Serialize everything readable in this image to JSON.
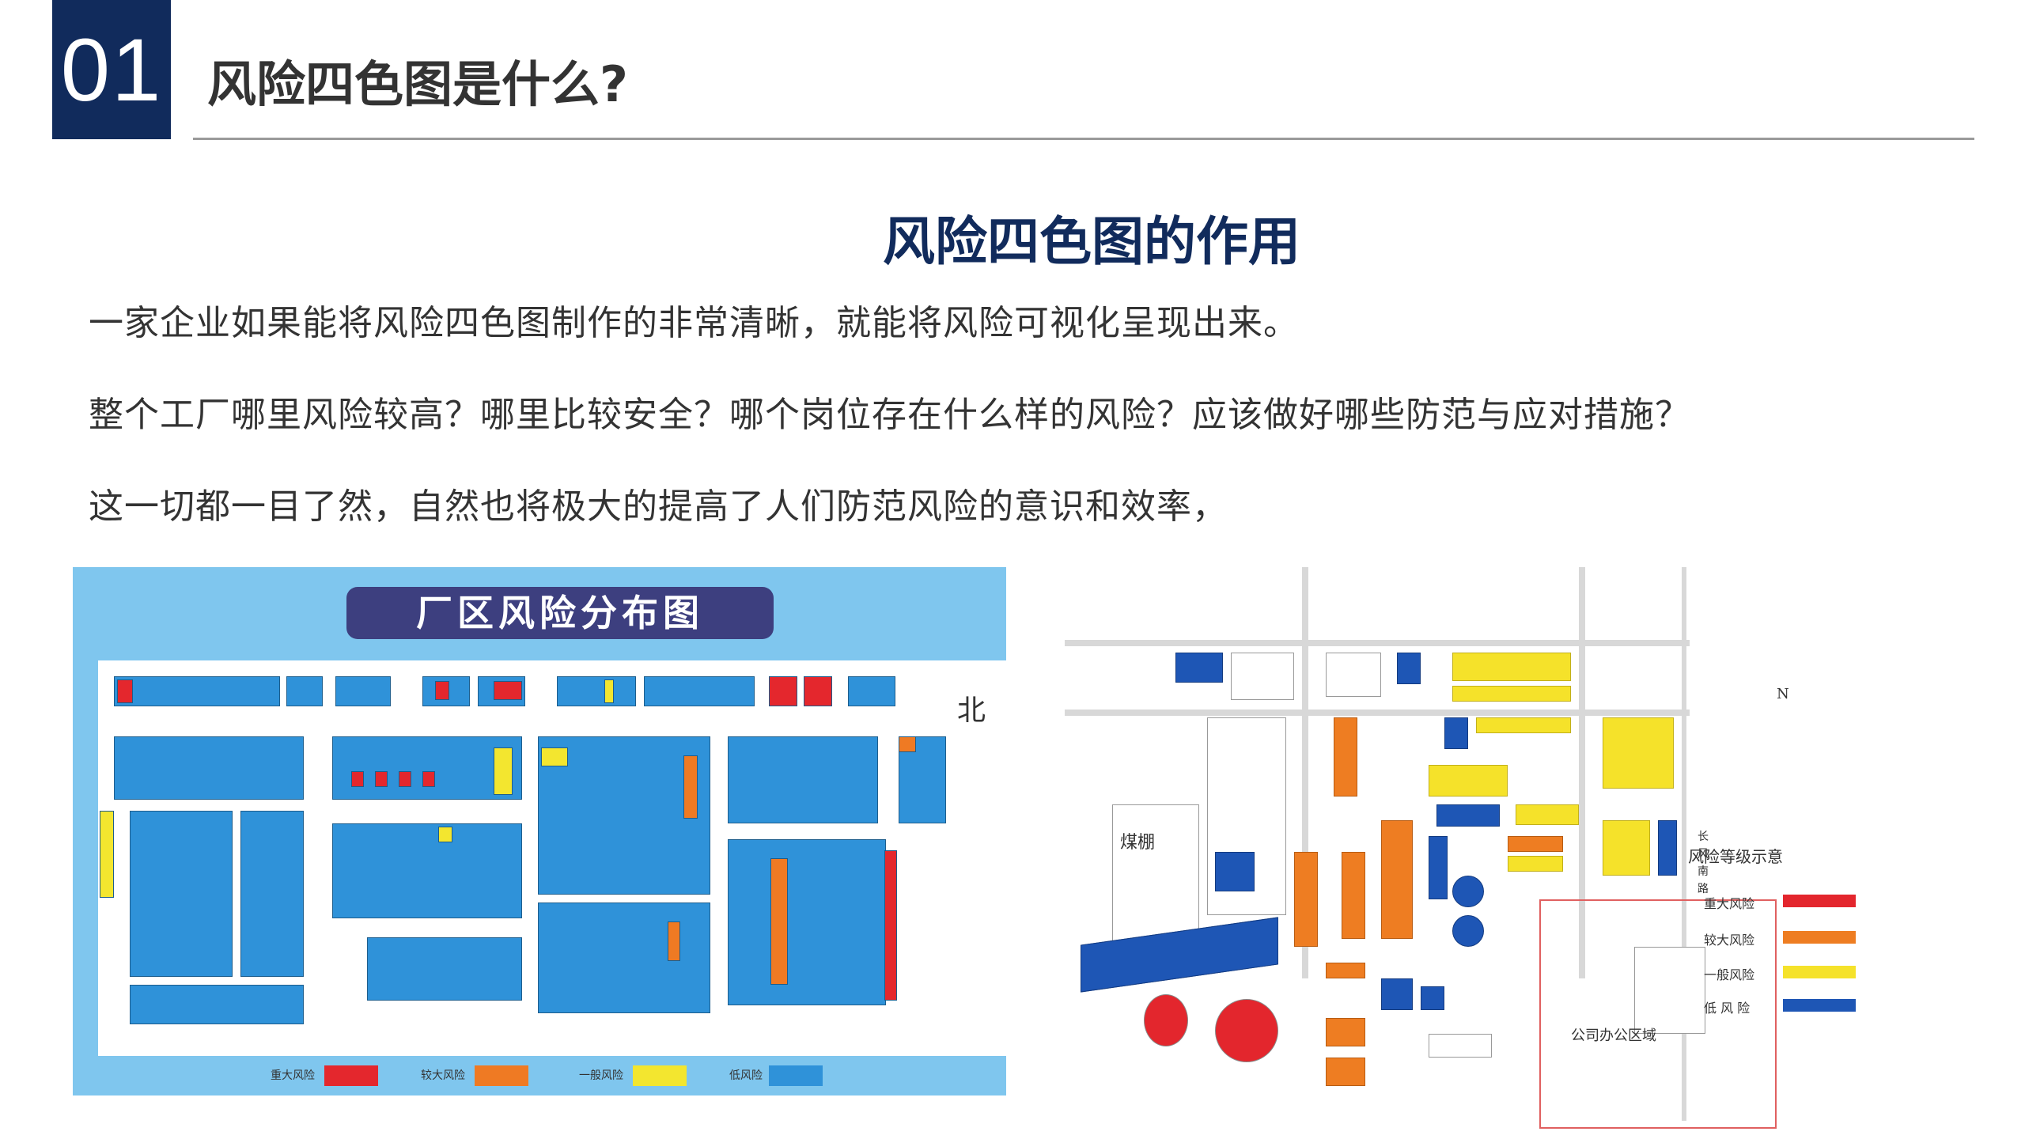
{
  "header": {
    "number": "01",
    "title": "风险四色图是什么?"
  },
  "section": {
    "subtitle": "风险四色图的作用",
    "paragraphs": [
      "一家企业如果能将风险四色图制作的非常清晰，就能将风险可视化呈现出来。",
      "整个工厂哪里风险较高？哪里比较安全？哪个岗位存在什么样的风险？应该做好哪些防范与应对措施？",
      "这一切都一目了然，自然也将极大的提高了人们防范风险的意识和效率，"
    ]
  },
  "map_left": {
    "title": "厂区风险分布图",
    "north": "北",
    "legend": [
      {
        "label": "重大风险",
        "color": "#e4272d"
      },
      {
        "label": "较大风险",
        "color": "#ef7a23"
      },
      {
        "label": "一般风险",
        "color": "#f3e62f"
      },
      {
        "label": "低风险",
        "color": "#2f92d9"
      }
    ]
  },
  "map_right": {
    "labels": {
      "coal_shed": "煤棚",
      "office_area": "公司办公区域",
      "north": "N",
      "road": "长风南路"
    },
    "legend_title": "风险等级示意",
    "legend": [
      {
        "label": "重大风险",
        "color": "#e3262d"
      },
      {
        "label": "较大风险",
        "color": "#ee7d22"
      },
      {
        "label": "一般风险",
        "color": "#f5e22a"
      },
      {
        "label": "低 风 险",
        "color": "#1e56b5"
      }
    ]
  }
}
